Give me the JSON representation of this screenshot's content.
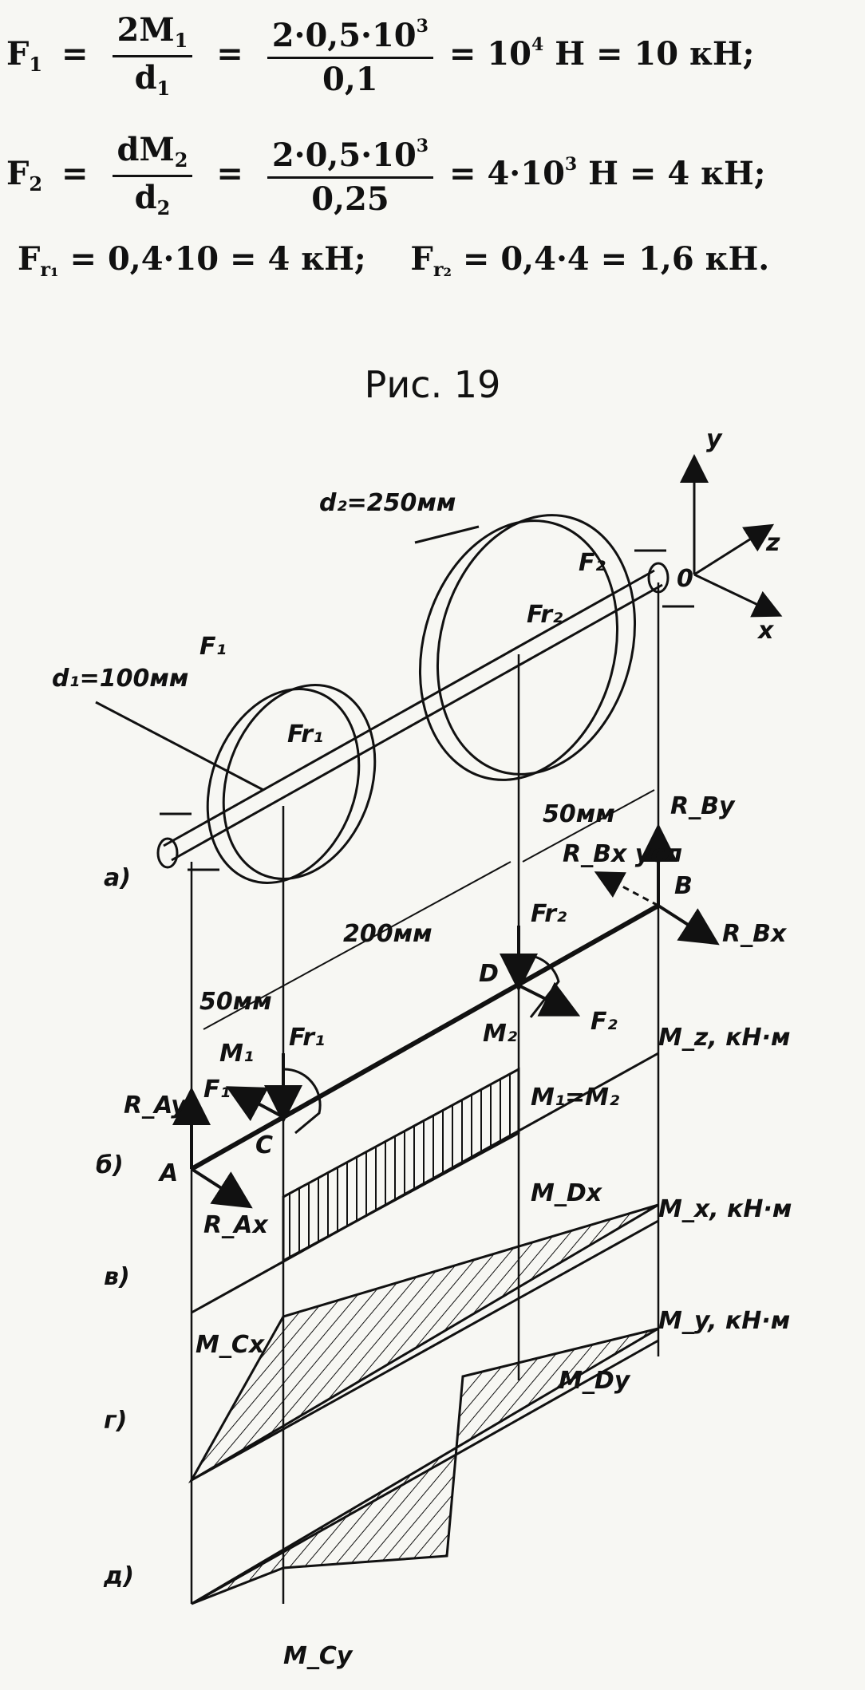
{
  "formulas": {
    "f1": {
      "lhs": "F",
      "lhs_sub": "1",
      "frac1_num": "2M",
      "frac1_num_sub": "1",
      "frac1_den": "d",
      "frac1_den_sub": "1",
      "frac2_num": "2·0,5·10",
      "frac2_num_sup": "3",
      "frac2_den": "0,1",
      "result": "= 10",
      "result_sup": "4",
      "result_tail": "Н = 10 кН;"
    },
    "f2": {
      "lhs": "F",
      "lhs_sub": "2",
      "frac1_num": "dM",
      "frac1_num_sub": "2",
      "frac1_den": "d",
      "frac1_den_sub": "2",
      "frac2_num": "2·0,5·10",
      "frac2_num_sup": "3",
      "frac2_den": "0,25",
      "result": "= 4·10",
      "result_sup": "3",
      "result_tail": "Н = 4 кН;"
    },
    "f3": {
      "a_lhs": "F",
      "a_lhs_sub": "r₁",
      "a_rhs": "= 0,4·10 = 4 кН;",
      "b_lhs": "F",
      "b_lhs_sub": "r₂",
      "b_rhs": "= 0,4·4 = 1,6 кН."
    }
  },
  "figure": {
    "caption": "Рис. 19",
    "labels": {
      "d2": "d₂=250мм",
      "d1": "d₁=100мм",
      "F1_top": "F₁",
      "Fr1_top": "Fr₁",
      "F2_top": "F₂",
      "Fr2_top": "Fr₂",
      "axis_y": "y",
      "axis_z": "z",
      "axis_x": "x",
      "origin": "0",
      "part_a": "а)",
      "part_b": "б)",
      "part_v": "в)",
      "part_g": "г)",
      "part_d": "д)",
      "dim_50_right": "50мм",
      "dim_200": "200мм",
      "dim_50_left": "50мм",
      "RBy": "R_By",
      "RBxucl": "R_Bx усл",
      "B": "B",
      "RBx": "R_Bx",
      "Fr2_mid": "Fr₂",
      "D": "D",
      "M2": "M₂",
      "F2_mid": "F₂",
      "M1": "M₁",
      "Fr1_mid": "Fr₁",
      "F1_mid": "F₁",
      "RAy": "R_Ay",
      "A": "A",
      "C": "C",
      "RAx": "R_Ax",
      "Mz_label": "M_z, кН·м",
      "M1eqM2": "M₁=M₂",
      "Mx_label": "M_x, кН·м",
      "M0x": "M_Dx",
      "My_label": "M_y, кН·м",
      "MCx": "M_Cx",
      "MDy": "M_Dy",
      "MCy": "M_Cy"
    }
  }
}
